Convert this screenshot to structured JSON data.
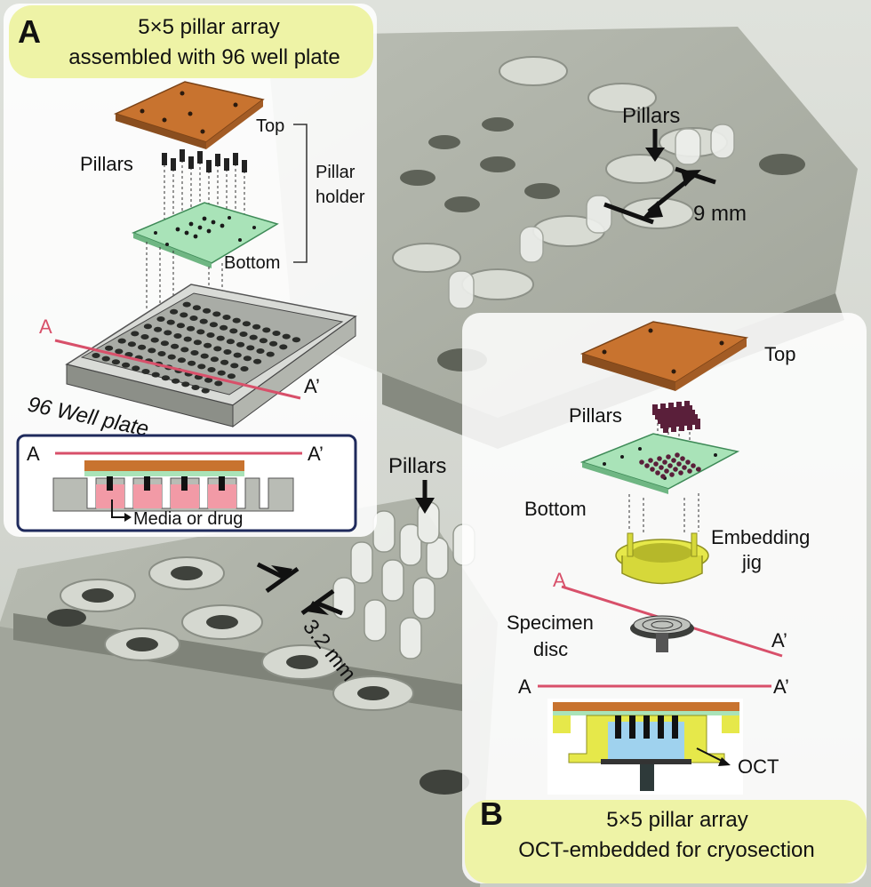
{
  "panel_a": {
    "letter": "A",
    "title_line1": "5×5 pillar array",
    "title_line2": "assembled with 96 well plate",
    "label_top": "Top",
    "label_pillars": "Pillars",
    "label_pillar": "Pillar",
    "label_holder": "holder",
    "label_bottom": "Bottom",
    "section_start": "A",
    "section_end": "A’",
    "label_plate": "96 Well plate",
    "inset_start": "A",
    "inset_end": "A’",
    "inset_caption": "Media or drug"
  },
  "photo": {
    "label_pillars_top": "Pillars",
    "label_9mm": "9 mm",
    "label_pillars_bottom": "Pillars",
    "label_32mm": "3.2 mm"
  },
  "panel_b": {
    "letter": "B",
    "title_line1": "5×5 pillar array",
    "title_line2": "OCT-embedded for cryosection",
    "label_top": "Top",
    "label_pillars": "Pillars",
    "label_bottom": "Bottom",
    "label_embedding": "Embedding",
    "label_jig": "jig",
    "label_specimen": "Specimen",
    "label_disc": "disc",
    "section_start": "A",
    "section_end": "A’",
    "inset_start": "A",
    "inset_end": "A’",
    "label_oct": "OCT"
  },
  "colors": {
    "orange": "#c8732f",
    "green": "#a9e3b8",
    "yellow_banner": "#eef3a6",
    "red_line": "#d8506a",
    "pink": "#f29aa6",
    "blue_oct": "#9fd2ee",
    "jig_yellow": "#e6e84a"
  }
}
